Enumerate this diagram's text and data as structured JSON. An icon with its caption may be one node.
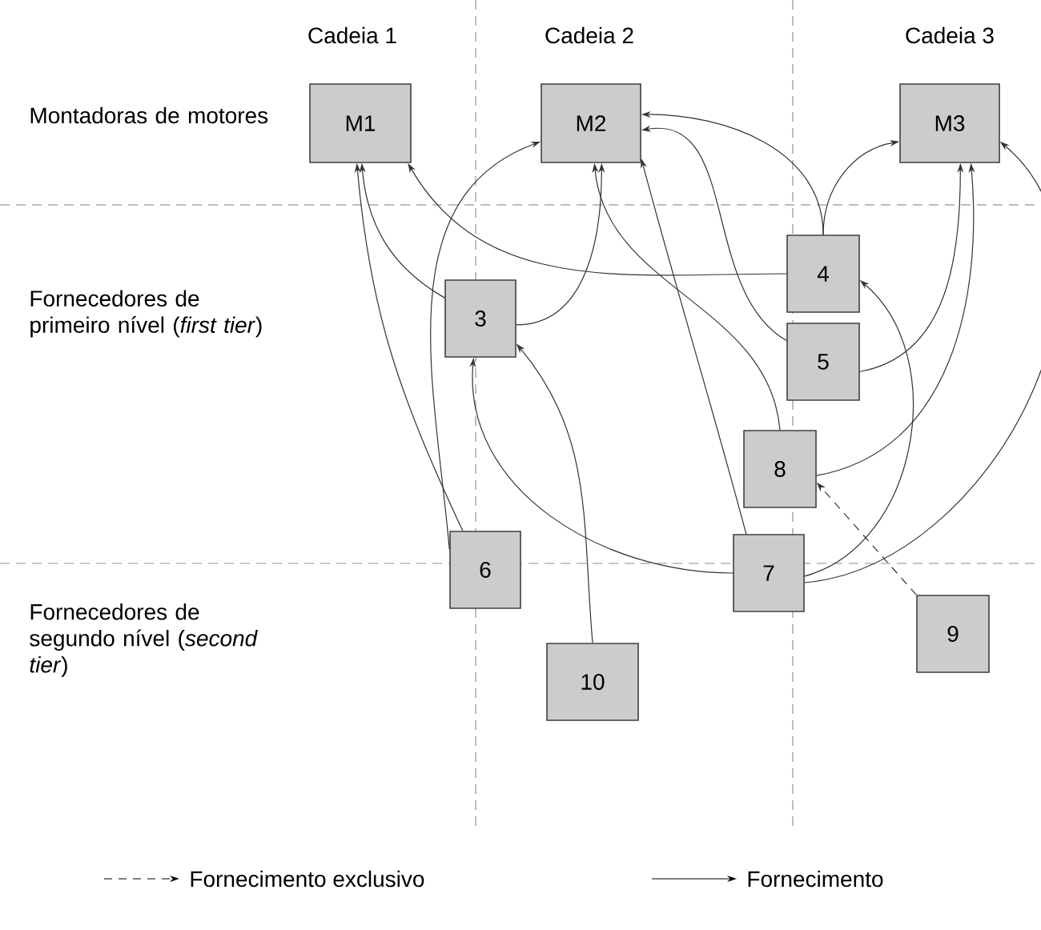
{
  "diagram": {
    "nodes": [
      {
        "text": [
          "M1"
        ]
      },
      {
        "text": [
          "M2"
        ]
      },
      {
        "text": [
          "M3"
        ]
      },
      {
        "text": [
          "3"
        ]
      },
      {
        "text": [
          "4"
        ]
      },
      {
        "text": [
          "5"
        ]
      },
      {
        "text": [
          "6"
        ]
      },
      {
        "text": [
          "7"
        ]
      },
      {
        "text": [
          "8"
        ]
      },
      {
        "text": [
          "9"
        ]
      },
      {
        "text": [
          "10"
        ]
      }
    ],
    "edges": [
      {
        "from": 6,
        "to": 0,
        "arrow": "to"
      },
      {
        "from": 6,
        "to": 1,
        "arrow": "to"
      },
      {
        "from": 3,
        "to": 0,
        "arrow": "to"
      },
      {
        "from": 4,
        "to": 0,
        "arrow": "to"
      },
      {
        "from": 3,
        "to": 1,
        "arrow": "to"
      },
      {
        "from": 10,
        "to": 3,
        "arrow": "to"
      },
      {
        "from": 7,
        "to": 3,
        "arrow": "to"
      },
      {
        "from": 7,
        "to": 1,
        "arrow": "to"
      },
      {
        "from": 8,
        "to": 1,
        "arrow": "to"
      },
      {
        "from": 5,
        "to": 1,
        "arrow": "to"
      },
      {
        "from": 4,
        "to": 1,
        "arrow": "to"
      },
      {
        "from": 4,
        "to": 2,
        "arrow": "to"
      },
      {
        "from": 5,
        "to": 2,
        "arrow": "to"
      },
      {
        "from": 8,
        "to": 2,
        "arrow": "to"
      },
      {
        "from": 7,
        "to": 4,
        "arrow": "to"
      },
      {
        "from": 7,
        "to": 2,
        "arrow": "to"
      },
      {
        "from": 9,
        "to": 8,
        "arrow": "to",
        "style": "dashed"
      }
    ],
    "labels": [
      "Cadeia 1",
      "Cadeia 2",
      "Cadeia 3",
      "Montadoras de motores",
      "Fornecedores de primeiro nível (*first tier*)",
      "Fornecedores de segundo nível (*second tier*)"
    ],
    "legend": [
      {
        "text": "Fornecimento exclusivo"
      },
      {
        "text": "Fornecimento"
      }
    ]
  }
}
